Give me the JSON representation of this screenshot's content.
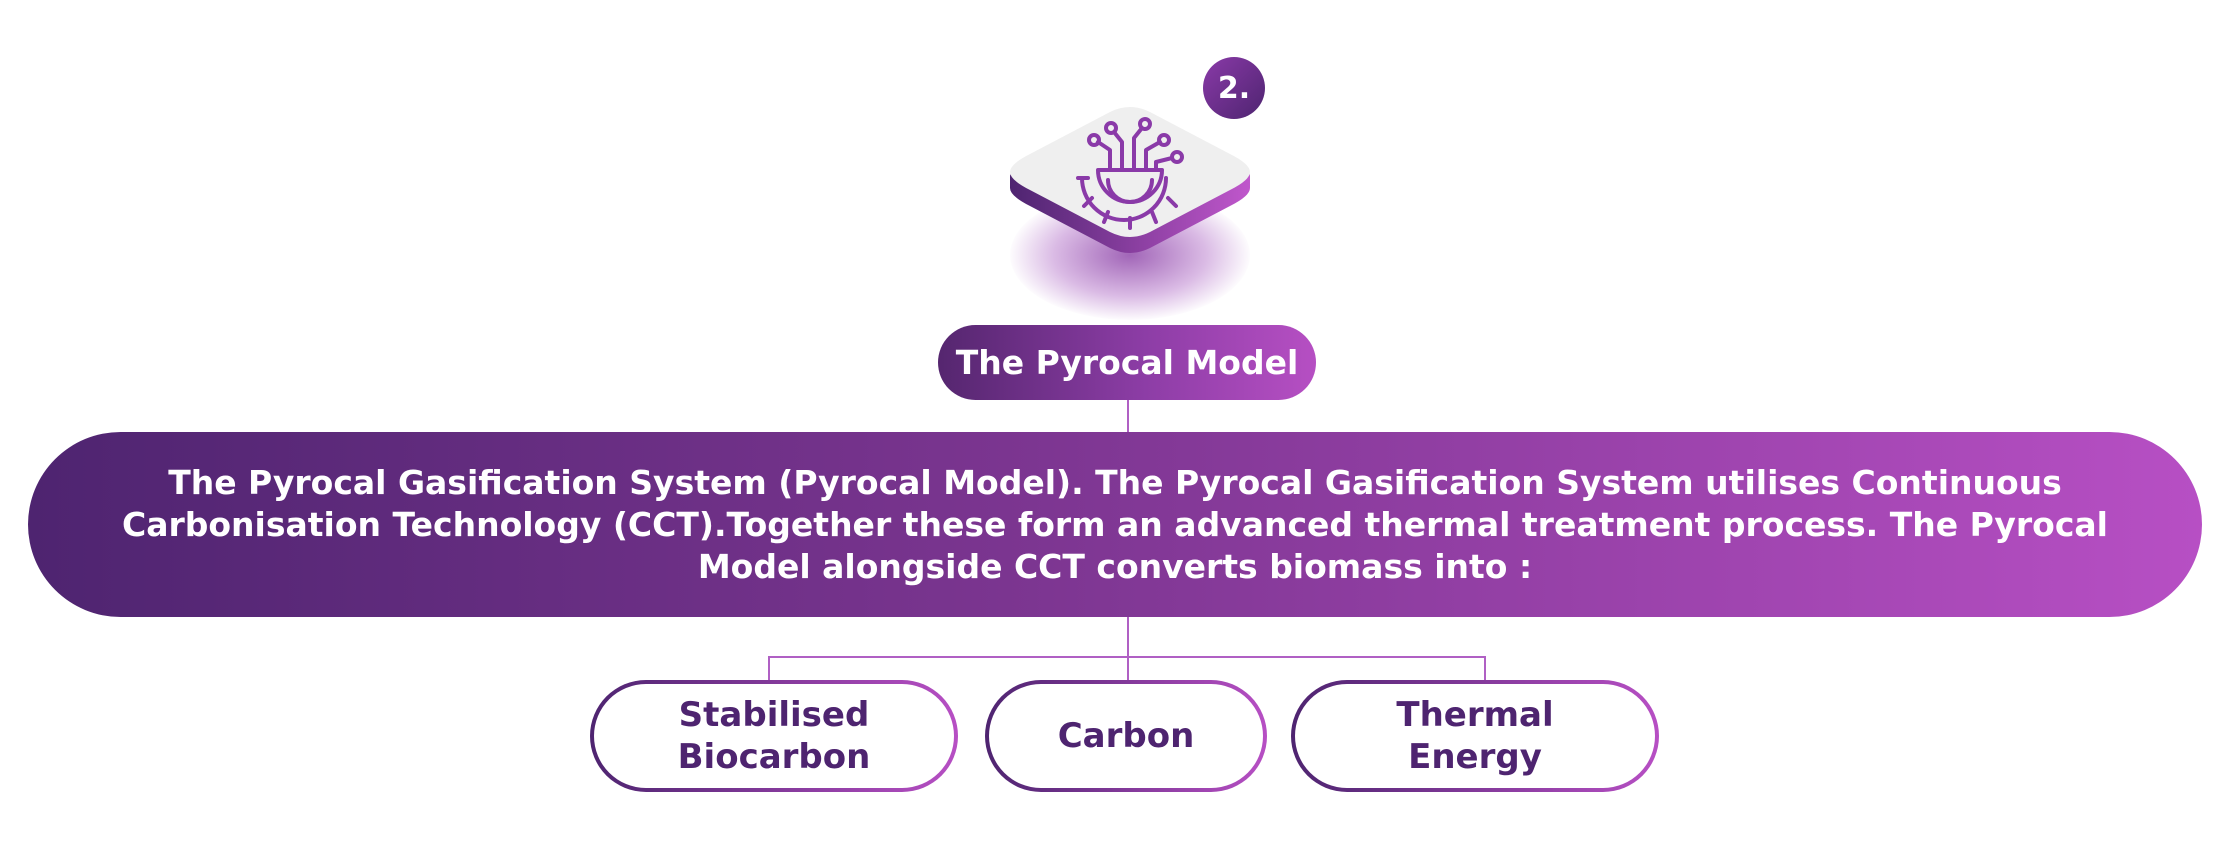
{
  "badge": "2.",
  "icon": "gear-circuit-icon",
  "title": "The Pyrocal Model",
  "description": "The Pyrocal Gasification System (Pyrocal Model). The Pyrocal Gasification System utilises Continuous Carbonisation Technology (CCT).Together these form an advanced thermal treatment process. The Pyrocal Model alongside CCT converts biomass into :",
  "outputs": [
    {
      "label_line1": "Stabilised",
      "label_line2": "Biocarbon"
    },
    {
      "label_line1": "Carbon",
      "label_line2": ""
    },
    {
      "label_line1": "Thermal",
      "label_line2": "Energy"
    }
  ],
  "colors": {
    "gradient_start": "#4e2470",
    "gradient_end": "#b74fc4",
    "icon_stroke": "#8a3aa8",
    "tile_face": "#efefef"
  }
}
